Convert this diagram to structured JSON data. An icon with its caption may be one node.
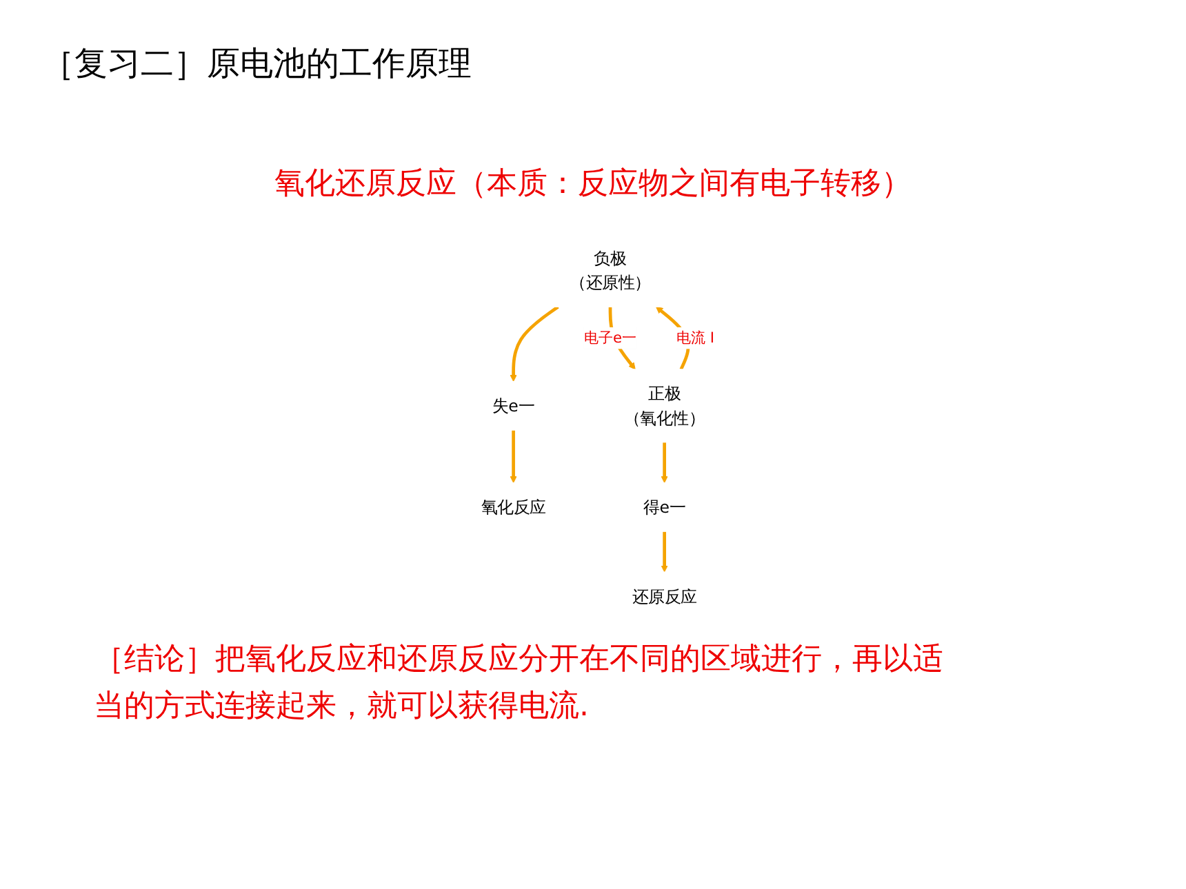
{
  "diagram": {
    "title": "［复习二］原电池的工作原理",
    "nodes": [
      {
        "text": [
          "负极",
          "（还原性）"
        ]
      },
      {
        "text": [
          "正极",
          "（氧化性）"
        ]
      },
      {
        "text": [
          "失e一"
        ]
      },
      {
        "text": [
          "氧化反应"
        ]
      },
      {
        "text": [
          "得e一"
        ]
      },
      {
        "text": [
          "还原反应"
        ]
      }
    ],
    "edges": [
      {
        "from": 0,
        "to": 1,
        "arrow": "to",
        "label": "电子e一"
      },
      {
        "from": 1,
        "to": 0,
        "arrow": "to",
        "label": "电流 I"
      },
      {
        "from": 0,
        "to": 2,
        "arrow": "to"
      },
      {
        "from": 2,
        "to": 3,
        "arrow": "to"
      },
      {
        "from": 1,
        "to": 4,
        "arrow": "to"
      },
      {
        "from": 4,
        "to": 5,
        "arrow": "to"
      }
    ],
    "labels": [
      "氧化还原反应（本质：反应物之间有电子转移）",
      "［结论］把氧化反应和还原反应分开在不同的区域进行，再以适当的方式连接起来，就可以获得电流."
    ]
  }
}
